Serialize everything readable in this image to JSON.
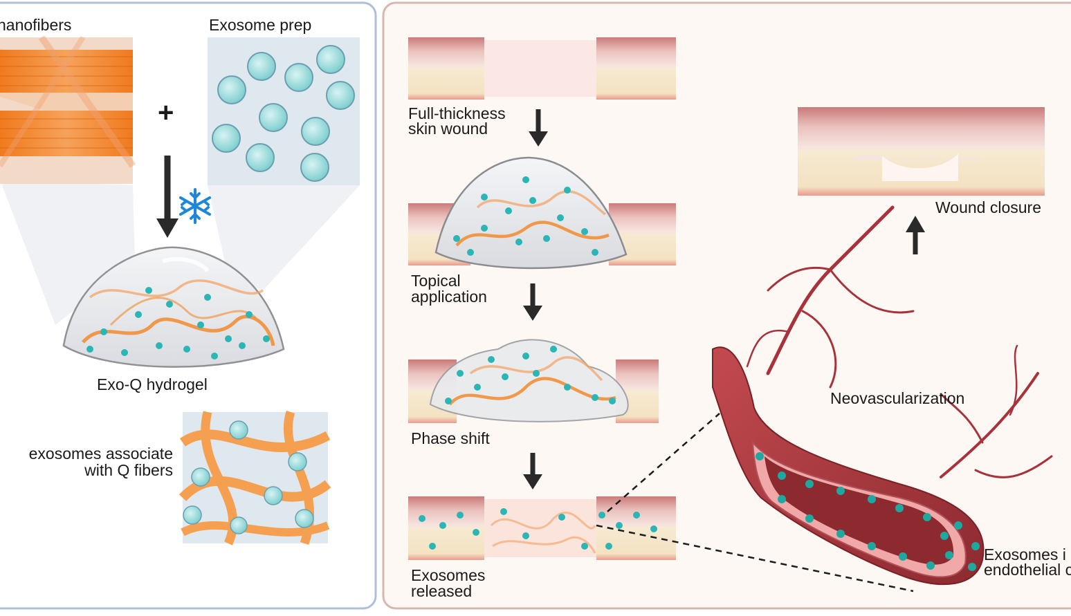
{
  "left_panel": {
    "nanofibers_label": "nanofibers",
    "exosome_prep_label": "Exosome prep",
    "plus_sign": "+",
    "snowflake_icon": "snowflake",
    "hydrogel_label": "Exo-Q hydrogel",
    "association_label_line1": "exosomes associate",
    "association_label_line2": "with Q fibers"
  },
  "right_panel": {
    "steps": [
      {
        "line1": "Full-thickness",
        "line2": "skin wound"
      },
      {
        "line1": "Topical",
        "line2": "application"
      },
      {
        "line1": "Phase shift",
        "line2": ""
      },
      {
        "line1": "Exosomes",
        "line2": "released"
      }
    ],
    "wound_closure_label": "Wound closure",
    "neovascularization_label": "Neovascularization",
    "uptake_label_line1": "Exosomes i",
    "uptake_label_line2": "endothelial c"
  },
  "colors": {
    "left_border": "#aebfd8",
    "right_border": "#d8b8ae",
    "right_bg": "#fdf8f4",
    "fiber_orange": "#f28a2e",
    "exosome_teal": "#2bb5b5",
    "vessel_red": "#a8323a",
    "skin_pink": "#e8b0b0",
    "fat_yellow": "#f5e6c4"
  }
}
